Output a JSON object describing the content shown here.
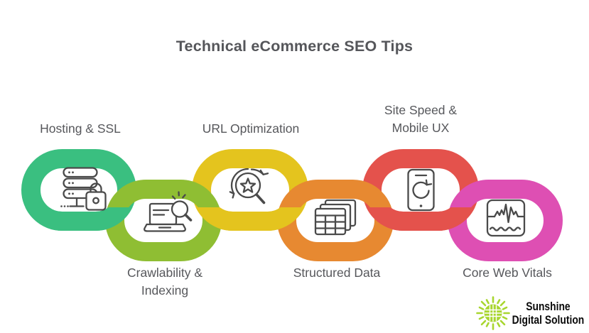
{
  "title": "Technical eCommerce SEO Tips",
  "items": [
    {
      "label": "Hosting & SSL",
      "color": "#3abf80",
      "icon": "server-ssl-lock-icon",
      "row": "top"
    },
    {
      "label": "Crawlability & Indexing",
      "color": "#8fbe33",
      "icon": "laptop-search-icon",
      "row": "bottom"
    },
    {
      "label": "URL Optimization",
      "color": "#e4c41e",
      "icon": "url-search-star-refresh-icon",
      "row": "top"
    },
    {
      "label": "Structured Data",
      "color": "#e78931",
      "icon": "structured-data-tables-icon",
      "row": "bottom"
    },
    {
      "label": "Site Speed & Mobile UX",
      "color": "#e4524c",
      "icon": "mobile-refresh-icon",
      "row": "top"
    },
    {
      "label": "Core Web Vitals",
      "color": "#de4fb3",
      "icon": "web-vitals-monitor-icon",
      "row": "bottom"
    }
  ],
  "brand": {
    "line1": "Sunshine",
    "line2": "Digital Solution",
    "sun_color": "#a8d62f",
    "text_color": "#0b0b0b"
  },
  "icon_stroke_color": "#4a4a4a",
  "background_color": "#ffffff",
  "title_color": "#55565a"
}
